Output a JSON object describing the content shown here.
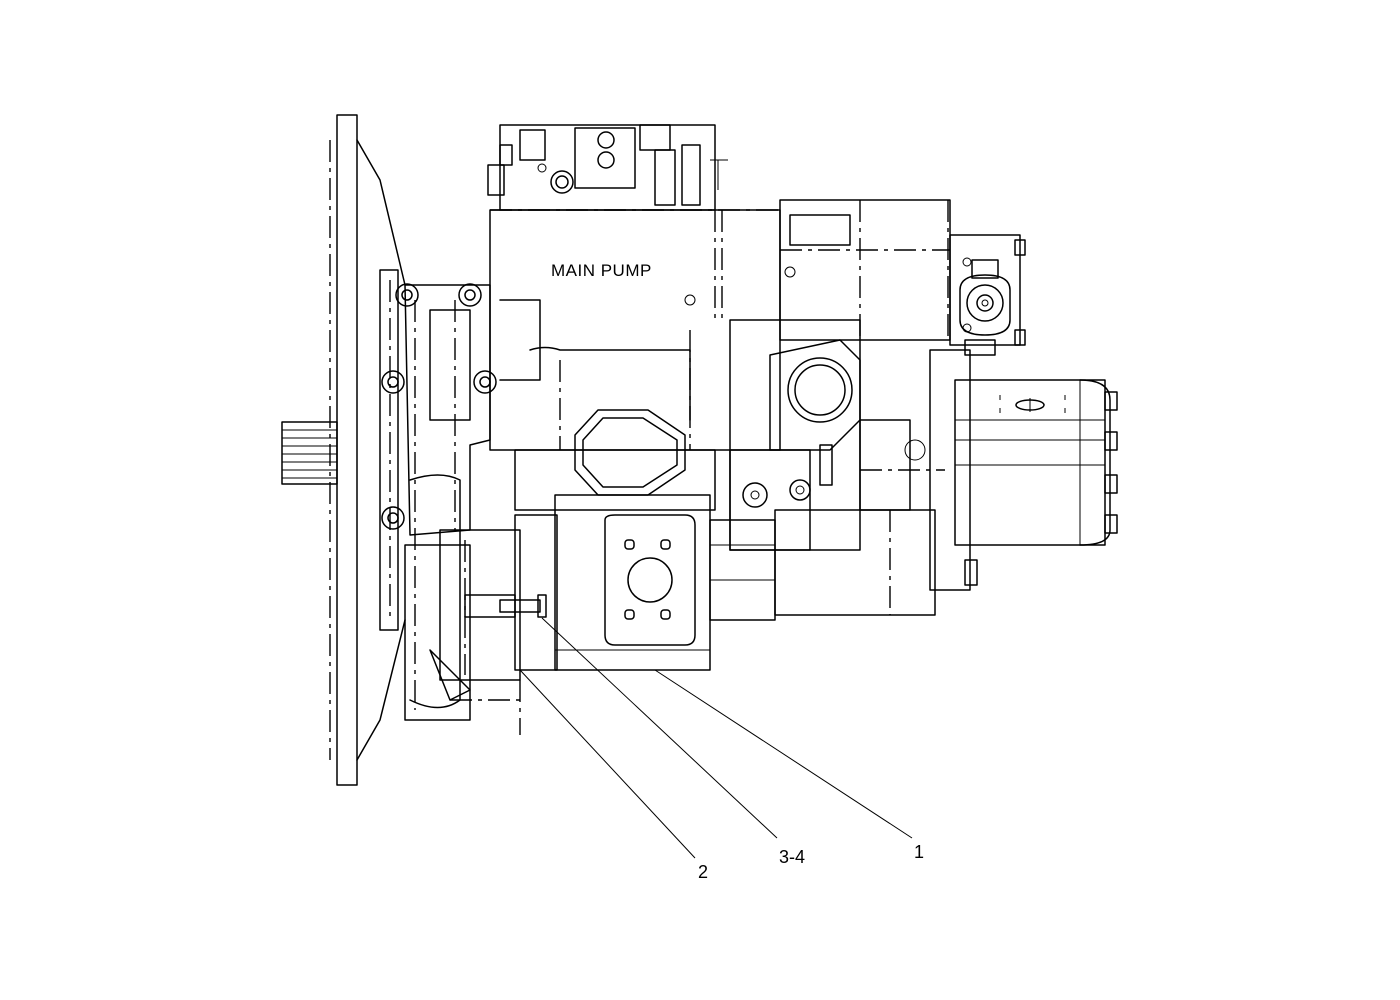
{
  "diagram": {
    "title": "MAIN PUMP",
    "callouts": [
      {
        "id": "callout-1",
        "label": "1"
      },
      {
        "id": "callout-2",
        "label": "2"
      },
      {
        "id": "callout-3-4",
        "label": "3-4"
      }
    ]
  },
  "colors": {
    "line": "#000000",
    "background": "#ffffff"
  }
}
